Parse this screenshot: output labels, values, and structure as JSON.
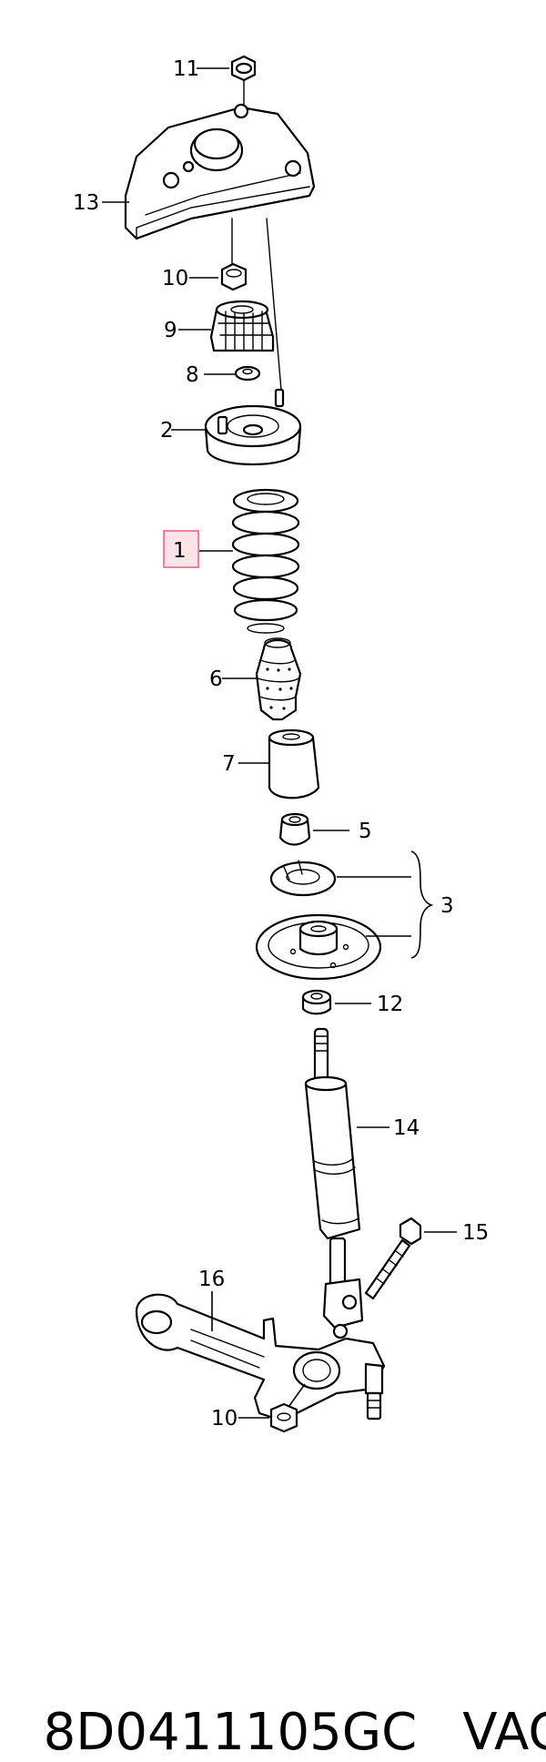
{
  "diagram": {
    "callouts": [
      {
        "id": "11",
        "label": "11"
      },
      {
        "id": "13",
        "label": "13"
      },
      {
        "id": "10a",
        "label": "10"
      },
      {
        "id": "9",
        "label": "9"
      },
      {
        "id": "8",
        "label": "8"
      },
      {
        "id": "2",
        "label": "2"
      },
      {
        "id": "1",
        "label": "1",
        "highlighted": true
      },
      {
        "id": "6",
        "label": "6"
      },
      {
        "id": "7",
        "label": "7"
      },
      {
        "id": "5",
        "label": "5"
      },
      {
        "id": "3",
        "label": "3"
      },
      {
        "id": "12",
        "label": "12"
      },
      {
        "id": "14",
        "label": "14"
      },
      {
        "id": "15",
        "label": "15"
      },
      {
        "id": "16",
        "label": "16"
      },
      {
        "id": "10b",
        "label": "10"
      }
    ],
    "highlight_color": "#e0607a"
  },
  "footer": {
    "part_number": "8D0411105GC",
    "brand": "VAG"
  }
}
